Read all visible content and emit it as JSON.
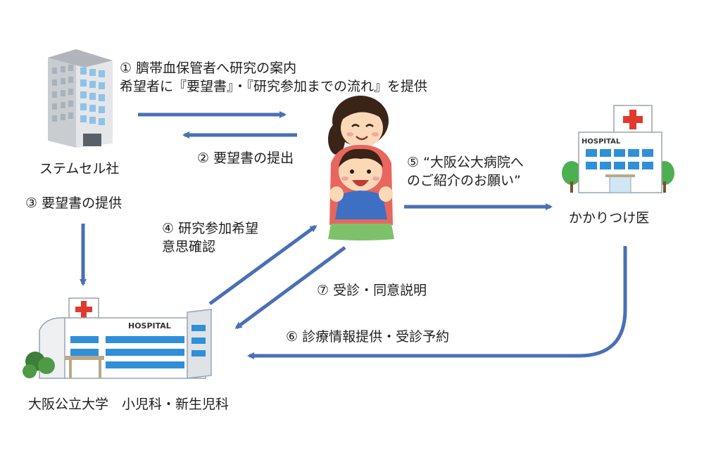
{
  "nodes": {
    "stem_cell_company": "ステムセル社",
    "mother_child": "",
    "family_doctor": "かかりつけ医",
    "osaka_univ_hospital": "大阪公立大学　小児科・新生児科",
    "clinic_sign": "HOSPITAL",
    "univ_sign": "HOSPITAL"
  },
  "steps": {
    "s1_line1": "① 臍帯血保管者へ研究の案内",
    "s1_line2": "希望者に『要望書』・『研究参加までの流れ』を提供",
    "s2": "② 要望書の提出",
    "s3": "③ 要望書の提供",
    "s4_line1": "④ 研究参加希望",
    "s4_line2": "意思確認",
    "s5_line1": "⑤ “大阪公大病院へ",
    "s5_line2": "のご紹介のお願い”",
    "s6": "⑥ 診療情報提供・受診予約",
    "s7": "⑦ 受診・同意説明"
  },
  "colors": {
    "arrow": "#4a6fb5",
    "cross": "#e03a2f",
    "tree": "#4caf50"
  }
}
